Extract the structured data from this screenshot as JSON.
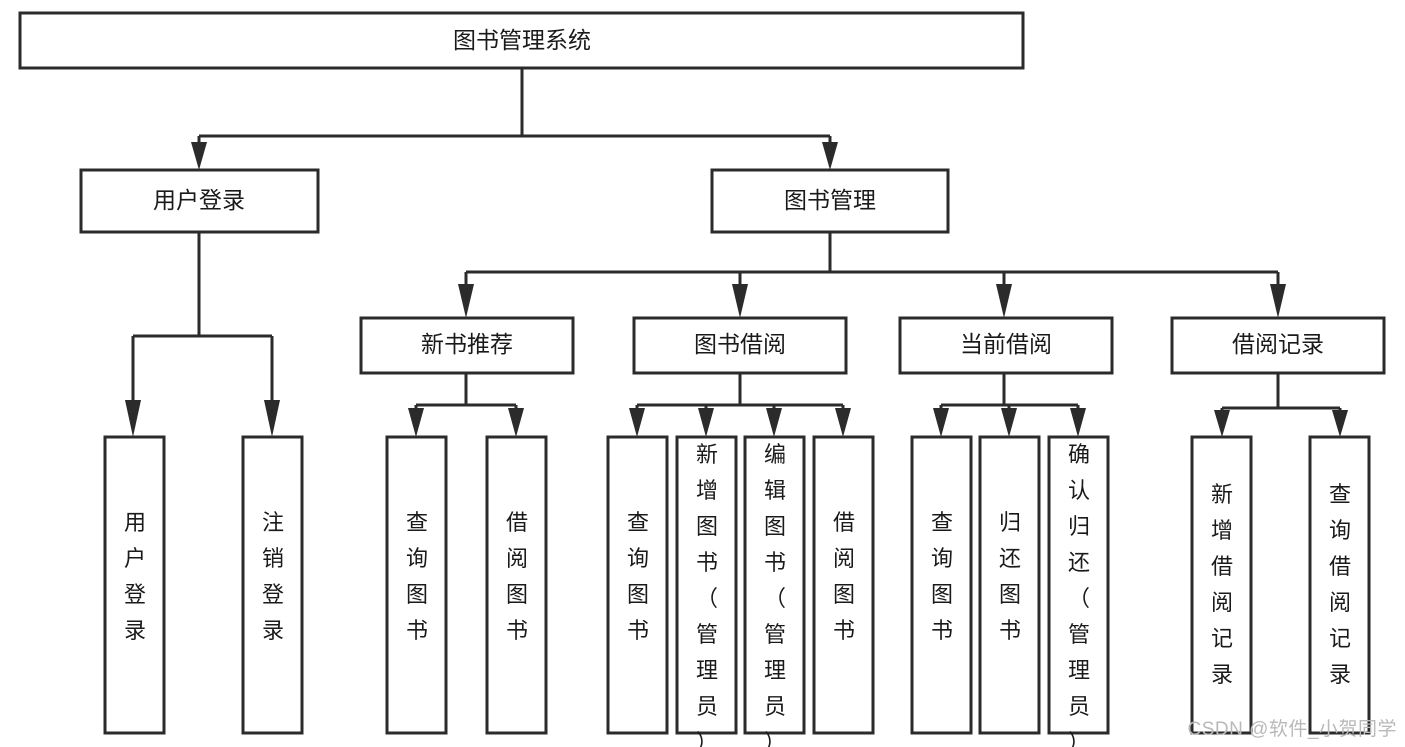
{
  "diagram": {
    "type": "tree-hierarchy-diagram",
    "title": "图书管理系统",
    "watermark": "CSDN @软件_小贺同学",
    "colors": {
      "stroke": "#2b2b2b",
      "fill": "#ffffff",
      "text": "#1a1a1a",
      "watermark": "#b9b9b9"
    },
    "root": {
      "label": "图书管理系统"
    },
    "level2": [
      {
        "label": "用户登录"
      },
      {
        "label": "图书管理"
      }
    ],
    "level3": [
      {
        "label": "新书推荐"
      },
      {
        "label": "图书借阅"
      },
      {
        "label": "当前借阅"
      },
      {
        "label": "借阅记录"
      }
    ],
    "leaves": {
      "user_login": [
        {
          "label": "用户登录"
        },
        {
          "label": "注销登录"
        }
      ],
      "new_book_recommend": [
        {
          "label": "查询图书"
        },
        {
          "label": "借阅图书"
        }
      ],
      "book_borrow": [
        {
          "label": "查询图书"
        },
        {
          "label": "新增图书（管理员）"
        },
        {
          "label": "编辑图书（管理员）"
        },
        {
          "label": "借阅图书"
        }
      ],
      "current_borrow": [
        {
          "label": "查询图书"
        },
        {
          "label": "归还图书"
        },
        {
          "label": "确认归还（管理员）"
        }
      ],
      "borrow_record": [
        {
          "label": "新增借阅记录"
        },
        {
          "label": "查询借阅记录"
        }
      ]
    }
  }
}
